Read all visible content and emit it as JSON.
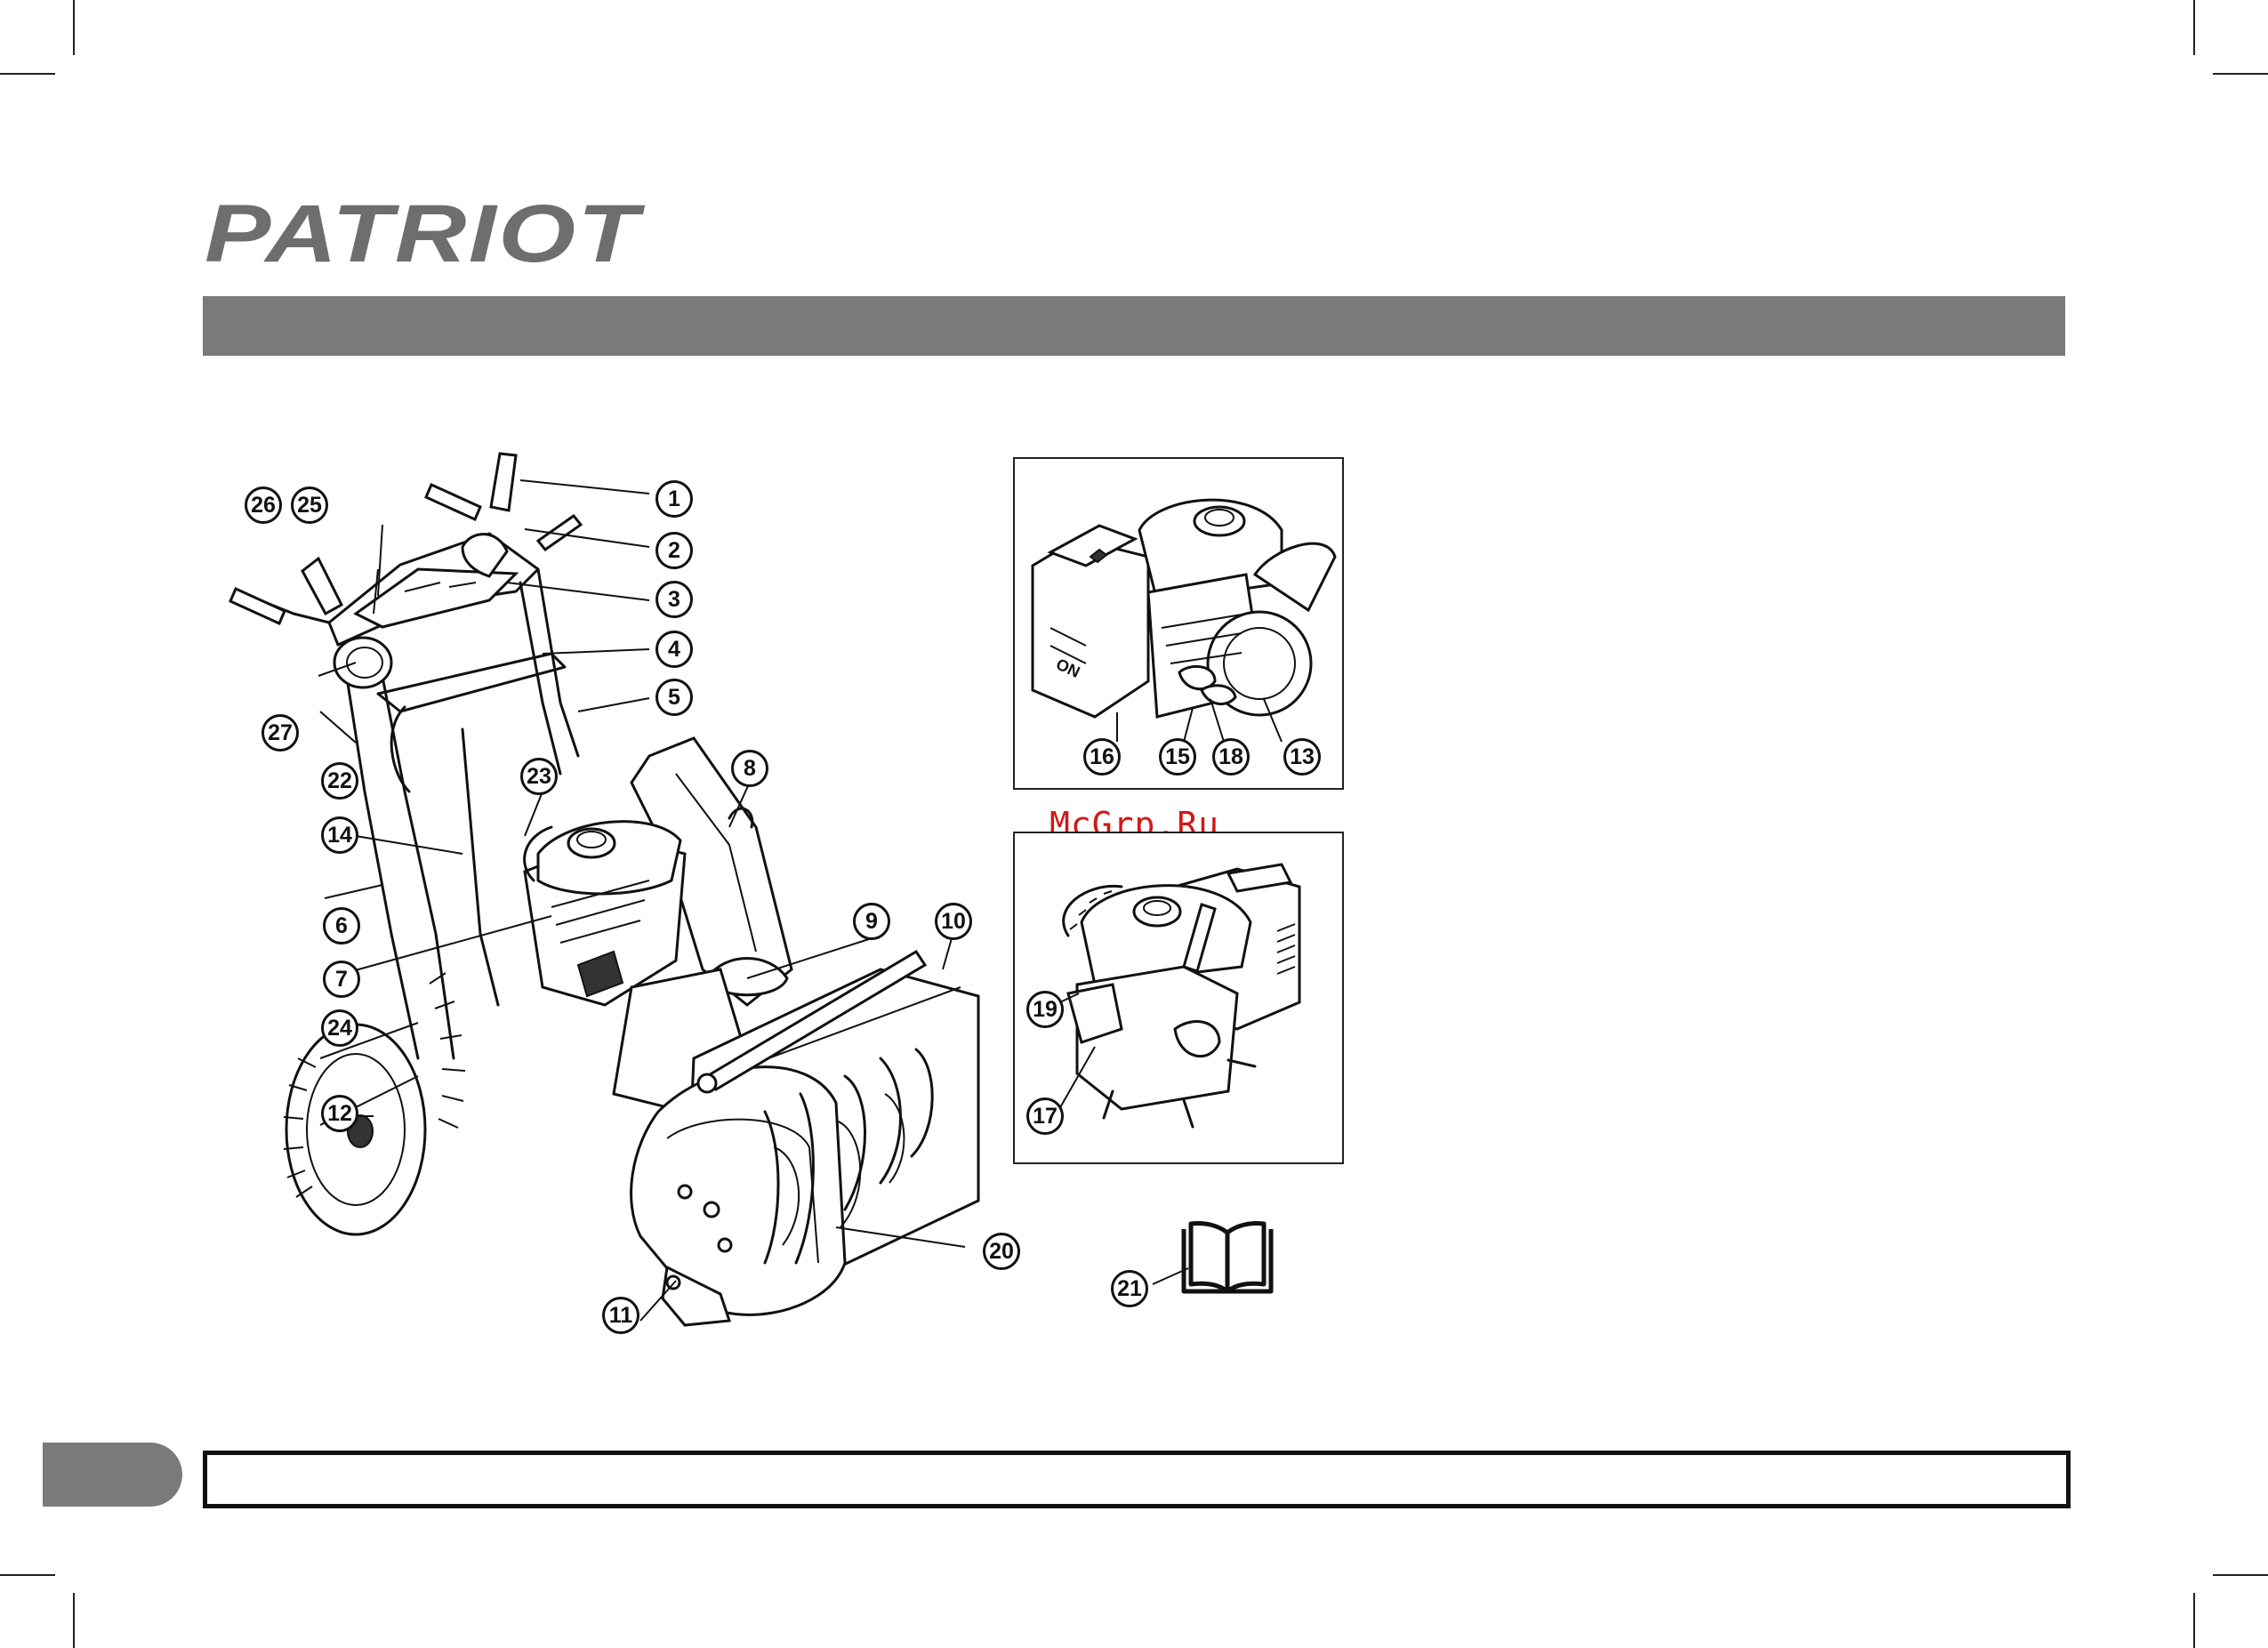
{
  "brand": {
    "logo_text": "PATRIOT"
  },
  "watermark": "McGrp.Ru",
  "main_callouts": [
    "1",
    "2",
    "3",
    "4",
    "5",
    "6",
    "7",
    "8",
    "9",
    "10",
    "11",
    "12",
    "14",
    "20",
    "22",
    "23",
    "24",
    "25",
    "26",
    "27"
  ],
  "inset_top_callouts": [
    "13",
    "15",
    "16",
    "18"
  ],
  "inset_bottom_callouts": [
    "17",
    "19"
  ],
  "manual_callout": "21",
  "colors": {
    "header_bar": "#7a7a7a",
    "watermark": "#d01818",
    "line": "#111111"
  },
  "icons": [
    "book-icon"
  ]
}
